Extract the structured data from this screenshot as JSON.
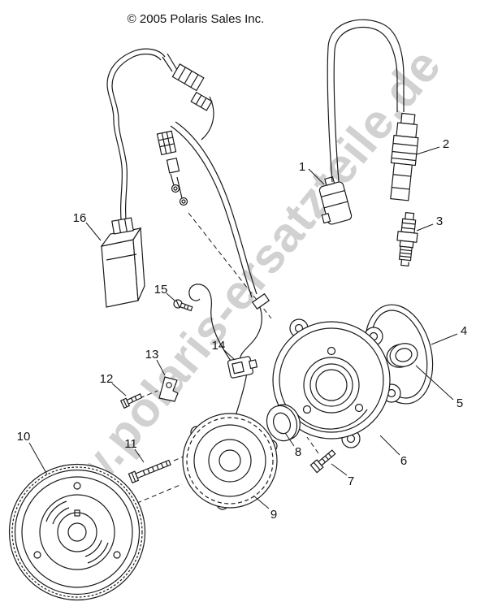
{
  "page": {
    "copyright": "© 2005 Polaris Sales Inc.",
    "watermark": "www.polaris-ersatzteile.de"
  },
  "diagram": {
    "callouts": [
      {
        "label": "1",
        "part": "ignition-coil"
      },
      {
        "label": "2",
        "part": "spark-plug-cap"
      },
      {
        "label": "3",
        "part": "spark-plug"
      },
      {
        "label": "4",
        "part": "o-ring"
      },
      {
        "label": "5",
        "part": "bearing-seal"
      },
      {
        "label": "6",
        "part": "stator-cover"
      },
      {
        "label": "7",
        "part": "cover-bolt"
      },
      {
        "label": "8",
        "part": "oil-seal"
      },
      {
        "label": "9",
        "part": "stator"
      },
      {
        "label": "10",
        "part": "flywheel"
      },
      {
        "label": "11",
        "part": "flywheel-bolt"
      },
      {
        "label": "12",
        "part": "bracket-bolt"
      },
      {
        "label": "13",
        "part": "bracket"
      },
      {
        "label": "14",
        "part": "pickup-coil"
      },
      {
        "label": "15",
        "part": "pickup-bolt"
      },
      {
        "label": "16",
        "part": "cdi-box"
      }
    ]
  }
}
